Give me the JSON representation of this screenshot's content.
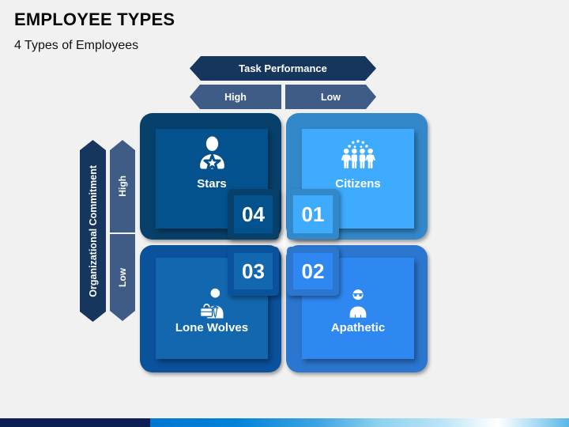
{
  "slide": {
    "title": "EMPLOYEE TYPES",
    "subtitle": "4 Types of Employees"
  },
  "axes": {
    "horizontal": {
      "label": "Task Performance",
      "high": "High",
      "low": "Low"
    },
    "vertical": {
      "label": "Organizational Commitment",
      "high": "High",
      "low": "Low"
    }
  },
  "quadrants": [
    {
      "id": "stars",
      "label": "Stars",
      "number": "04",
      "position": "top-left",
      "icon": "person-star-icon",
      "outer_color": "#07416b",
      "inner_color": "#03528e"
    },
    {
      "id": "citizens",
      "label": "Citizens",
      "number": "01",
      "position": "top-right",
      "icon": "people-group-icon",
      "outer_color": "#3388ca",
      "inner_color": "#3fabff"
    },
    {
      "id": "lone_wolves",
      "label": "Lone Wolves",
      "number": "03",
      "position": "bottom-left",
      "icon": "businessman-briefcase-icon",
      "outer_color": "#0a529c",
      "inner_color": "#1267af"
    },
    {
      "id": "apathetic",
      "label": "Apathetic",
      "number": "02",
      "position": "bottom-right",
      "icon": "person-glasses-icon",
      "outer_color": "#2b76cf",
      "inner_color": "#2f88f2"
    }
  ],
  "colors": {
    "banner_dark_navy": "#16365d",
    "banner_slate_blue": "#3e5c85",
    "slide_background": "#f1f1f2",
    "footer_navy": "#0d1e56",
    "footer_blue_start": "#0076d3",
    "footer_blue_end": "#58b6e6",
    "text_dark": "#0a0a0a",
    "text_light": "#ffffff"
  }
}
